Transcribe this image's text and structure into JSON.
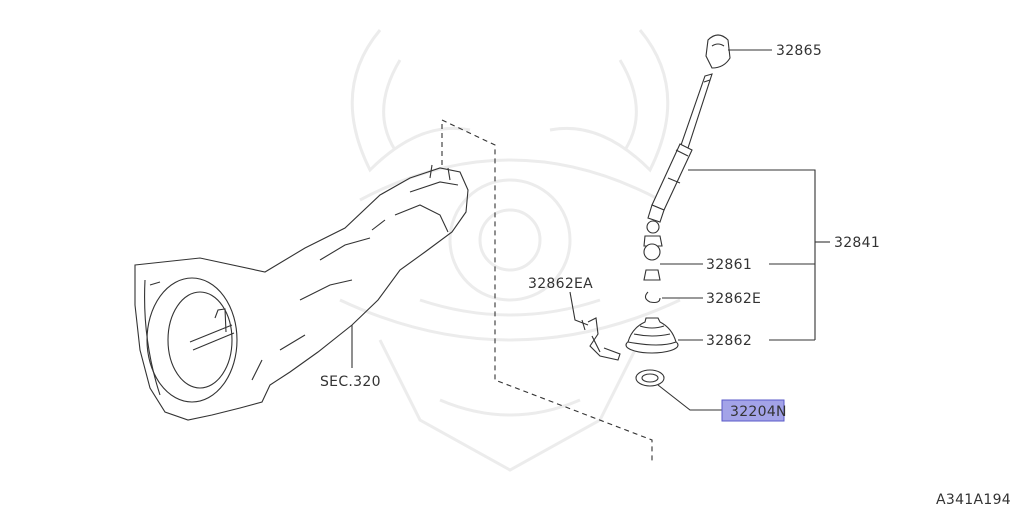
{
  "diagram": {
    "labels": {
      "p32865": "32865",
      "p32841": "32841",
      "p32861": "32861",
      "p32862E": "32862E",
      "p32862": "32862",
      "p32862EA": "32862EA",
      "p32204N": "32204N",
      "sec320": "SEC.320",
      "ref": "A341A194"
    },
    "highlight_color": "#a3a3e8"
  }
}
